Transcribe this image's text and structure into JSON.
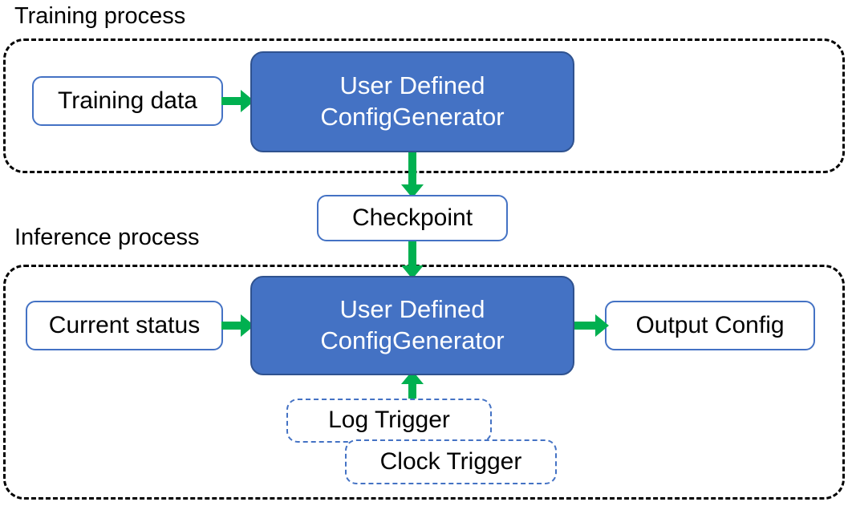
{
  "diagram": {
    "title_training": "Training process",
    "title_inference": "Inference process",
    "accent_blue": "#4472C4",
    "accent_blue_dark": "#2F528F",
    "arrow_green": "#00B050",
    "container_border": "#000000",
    "canvas_background": "#FFFFFF"
  },
  "training": {
    "label": "Training process",
    "nodes": {
      "data": "Training data",
      "generator_line1": "User Defined",
      "generator_line2": "ConfigGenerator"
    },
    "arrows": {
      "data_to_generator": "arrow-right",
      "generator_to_checkpoint": "arrow-down"
    }
  },
  "checkpoint": {
    "label": "Checkpoint"
  },
  "inference": {
    "label": "Inference process",
    "nodes": {
      "status": "Current status",
      "generator_line1": "User Defined",
      "generator_line2": "ConfigGenerator",
      "output": "Output Config",
      "log_trigger": "Log Trigger",
      "clock_trigger": "Clock Trigger"
    },
    "arrows": {
      "checkpoint_to_generator": "arrow-down",
      "status_to_generator": "arrow-right",
      "generator_to_output": "arrow-right",
      "trigger_to_generator": "arrow-up"
    }
  }
}
